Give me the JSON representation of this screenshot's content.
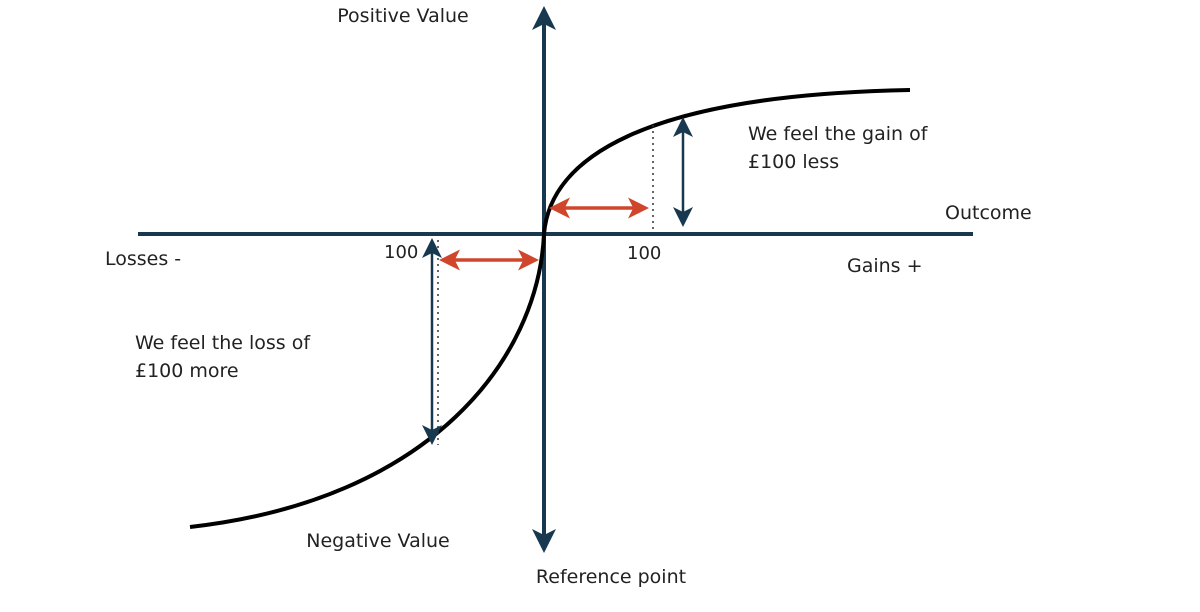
{
  "labels": {
    "positive_value": "Positive Value",
    "negative_value": "Negative Value",
    "reference_point": "Reference point",
    "outcome": "Outcome",
    "losses": "Losses -",
    "gains": "Gains +",
    "tick_loss": "100",
    "tick_gain": "100",
    "gain_note_line1": "We feel the gain of",
    "gain_note_line2": "£100  less",
    "loss_note_line1": "We feel the loss of",
    "loss_note_line2": "£100  more"
  },
  "colors": {
    "axis": "#17384f",
    "curve": "#000000",
    "arrow_red": "#d0462c",
    "text": "#222222"
  }
}
